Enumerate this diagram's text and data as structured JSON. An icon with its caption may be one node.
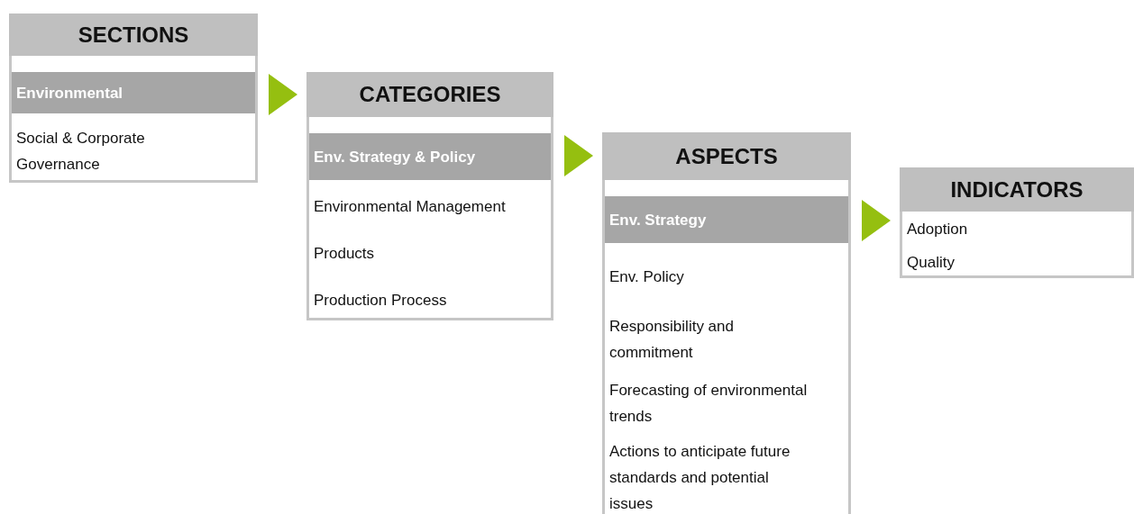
{
  "diagram": {
    "nodes": [
      {
        "text": [
          "SECTIONS"
        ]
      },
      {
        "text": [
          "Environmental"
        ],
        "in": 0
      },
      {
        "text": [
          "Social & Corporate Governance"
        ],
        "in": 0
      },
      {
        "text": [
          "CATEGORIES"
        ]
      },
      {
        "text": [
          "Env. Strategy & Policy"
        ],
        "in": 3
      },
      {
        "text": [
          "Environmental Management"
        ],
        "in": 3
      },
      {
        "text": [
          "Products"
        ],
        "in": 3
      },
      {
        "text": [
          "Production Process"
        ],
        "in": 3
      },
      {
        "text": [
          "ASPECTS"
        ]
      },
      {
        "text": [
          "Env. Strategy"
        ],
        "in": 8
      },
      {
        "text": [
          "Env. Policy"
        ],
        "in": 8
      },
      {
        "text": [
          "Responsibility and commitment"
        ],
        "in": 8
      },
      {
        "text": [
          "Forecasting of environmental trends"
        ],
        "in": 8
      },
      {
        "text": [
          "Actions to anticipate future standards and potential issues"
        ],
        "in": 8
      },
      {
        "text": [
          "INDICATORS"
        ]
      },
      {
        "text": [
          "Adoption"
        ],
        "in": 14
      },
      {
        "text": [
          "Quality"
        ],
        "in": 14
      }
    ],
    "edges": [
      {
        "from": 0,
        "to": 3,
        "arrow": "to"
      },
      {
        "from": 3,
        "to": 8,
        "arrow": "to"
      },
      {
        "from": 8,
        "to": 14,
        "arrow": "to"
      }
    ]
  }
}
